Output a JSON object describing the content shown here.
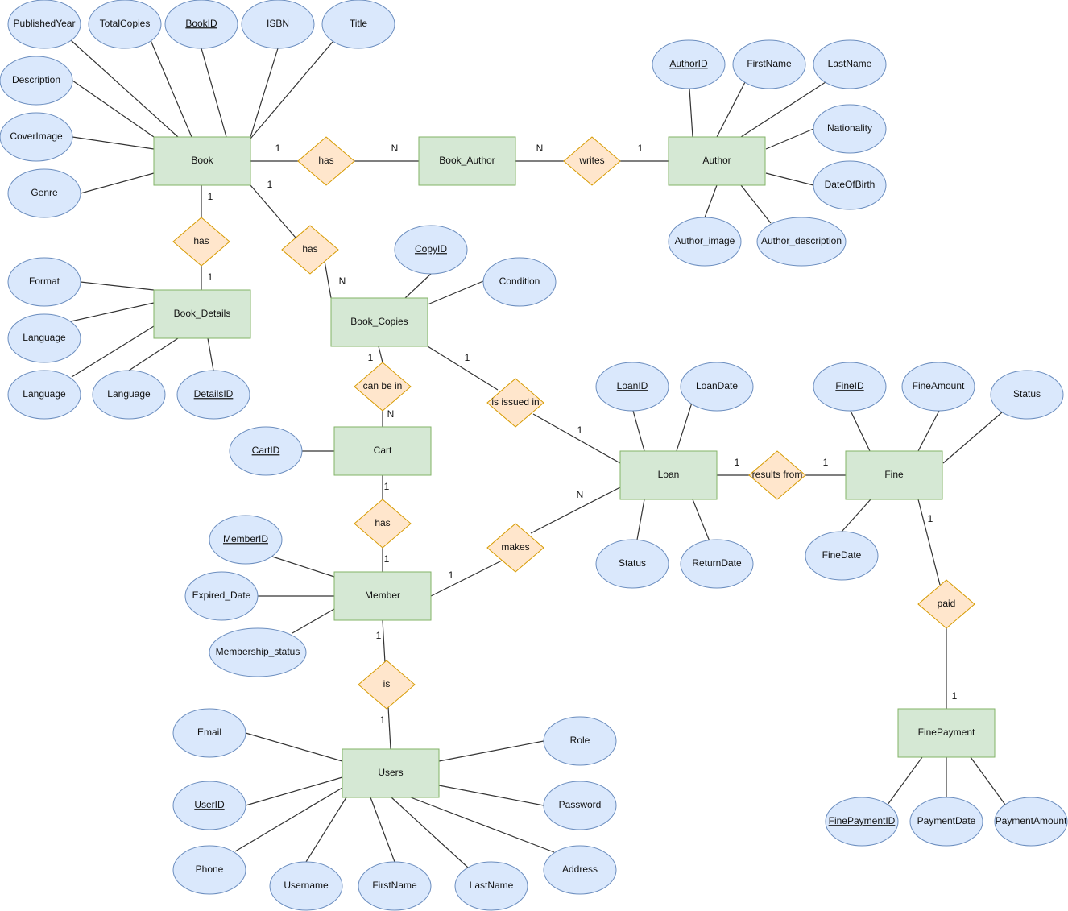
{
  "entities": {
    "book": "Book",
    "book_author": "Book_Author",
    "author": "Author",
    "book_details": "Book_Details",
    "book_copies": "Book_Copies",
    "cart": "Cart",
    "loan": "Loan",
    "fine": "Fine",
    "member": "Member",
    "users": "Users",
    "fine_payment": "FinePayment"
  },
  "relationships": {
    "book_has_author": "has",
    "author_writes": "writes",
    "book_has_details": "has",
    "book_has_copies": "has",
    "copies_can_be_in_cart": "can be in",
    "copies_issued_in_loan": "is issued in",
    "loan_results_from_fine": "results from",
    "cart_has_member": "has",
    "member_makes_loan": "makes",
    "member_is_user": "is",
    "fine_paid": "paid"
  },
  "attributes": {
    "published_year": "PublishedYear",
    "total_copies": "TotalCopies",
    "book_id": "BookID",
    "isbn": "ISBN",
    "title": "Title",
    "description": "Description",
    "cover_image": "CoverImage",
    "genre": "Genre",
    "author_id": "AuthorID",
    "author_first_name": "FirstName",
    "author_last_name": "LastName",
    "nationality": "Nationality",
    "date_of_birth": "DateOfBirth",
    "author_image": "Author_image",
    "author_description": "Author_description",
    "format": "Format",
    "language_1": "Language",
    "language_2": "Language",
    "language_3": "Language",
    "details_id": "DetailsID",
    "copy_id": "CopyID",
    "condition": "Condition",
    "cart_id": "CartID",
    "loan_id": "LoanID",
    "loan_date": "LoanDate",
    "loan_status": "Status",
    "return_date": "ReturnDate",
    "fine_id": "FineID",
    "fine_amount": "FineAmount",
    "fine_status": "Status",
    "fine_date": "FineDate",
    "member_id": "MemberID",
    "expired_date": "Expired_Date",
    "membership_status": "Membership_status",
    "email": "Email",
    "user_id": "UserID",
    "phone": "Phone",
    "username": "Username",
    "user_first_name": "FirstName",
    "user_last_name": "LastName",
    "address": "Address",
    "password": "Password",
    "role": "Role",
    "fine_payment_id": "FinePaymentID",
    "payment_date": "PaymentDate",
    "payment_amount": "PaymentAmount"
  },
  "cardinalities": {
    "book_has_1": "1",
    "book_author_has_n": "N",
    "book_author_writes_n": "N",
    "author_writes_1": "1",
    "book_details_has_1a": "1",
    "book_details_has_1b": "1",
    "book_copies_has_1": "1",
    "book_copies_has_n": "N",
    "copies_cart_1": "1",
    "copies_cart_n": "N",
    "copies_loan_1a": "1",
    "copies_loan_1b": "1",
    "loan_fine_1a": "1",
    "loan_fine_1b": "1",
    "cart_member_1a": "1",
    "cart_member_1b": "1",
    "member_loan_n": "N",
    "member_loan_1": "1",
    "member_users_1a": "1",
    "member_users_1b": "1",
    "fine_paid_1a": "1",
    "fine_paid_1b": "1"
  }
}
